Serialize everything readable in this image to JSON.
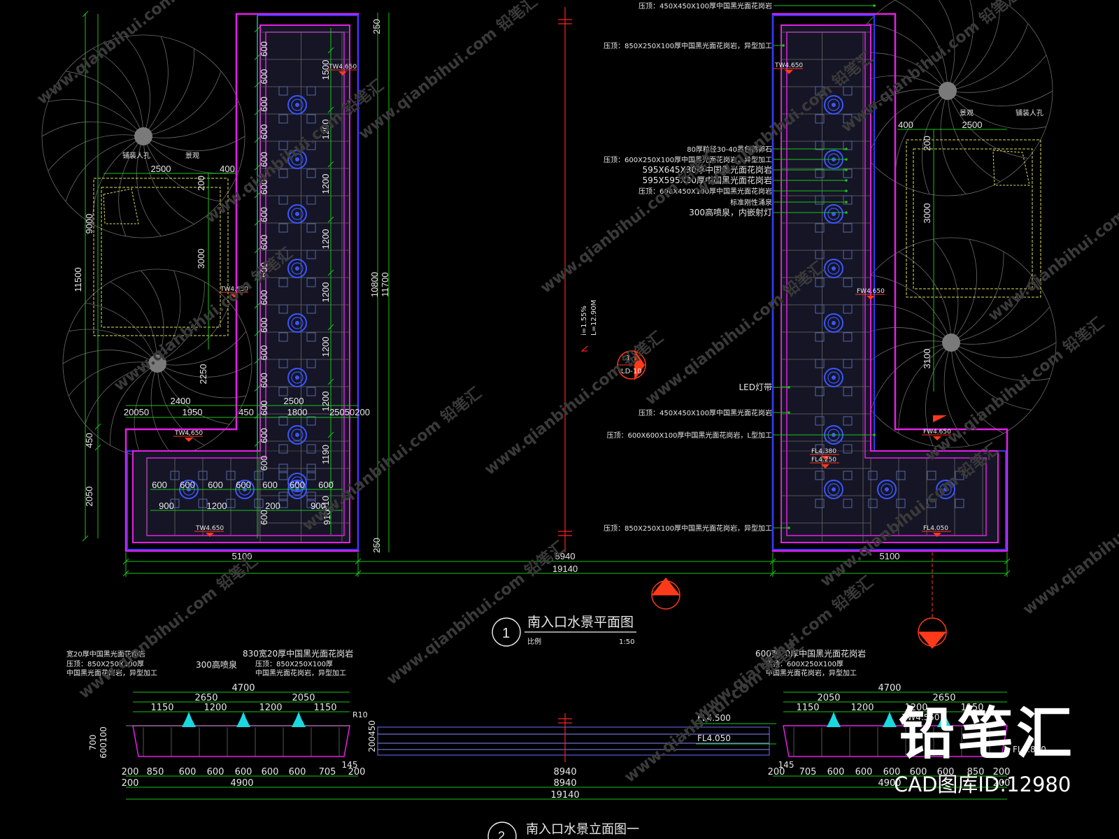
{
  "plan": {
    "title": "南入口水景平面图",
    "number": "1",
    "scale_label": "比例",
    "scale": "1:50",
    "slope_text": "i=1.55%",
    "length_text": "L=12.90M",
    "section_ref": "LD-10",
    "left_col_dims": [
      "600",
      "600",
      "600",
      "600",
      "600",
      "600",
      "600",
      "600",
      "600",
      "600",
      "600",
      "600",
      "600",
      "600",
      "600",
      "600"
    ],
    "mid_dims": [
      "1500",
      "1200",
      "1200",
      "1200",
      "1200",
      "1200",
      "1200",
      "1190",
      "910"
    ],
    "outer_left": [
      "11500",
      "9000",
      "2250",
      "450",
      "2050"
    ],
    "outer_mid": [
      "10800",
      "11700",
      "250",
      "250"
    ],
    "left_top_dims": [
      "2500",
      "400",
      "200",
      "3000"
    ],
    "left_lower_dims": [
      "2400",
      "2500",
      "1950",
      "450",
      "1800",
      "250",
      "200",
      "50",
      "200"
    ],
    "bottom_row_dims": [
      "600",
      "600",
      "600",
      "600",
      "600",
      "600",
      "600",
      "900",
      "1200",
      "200",
      "900"
    ],
    "right_top_dims": [
      "400",
      "2500",
      "200",
      "3000",
      "3100"
    ],
    "bottom_totals": [
      "5100",
      "8940",
      "5100",
      "19140"
    ],
    "left_small_labels": [
      "景观",
      "铺装人孔"
    ],
    "right_small_labels": [
      "景观",
      "铺装人孔"
    ],
    "elev_tags": [
      "TW4.650",
      "TW4.650",
      "TW4.650",
      "TW4.650",
      "TW4.650",
      "FW4.650",
      "FW4.650",
      "FL4.380",
      "FL4.250",
      "FL4.050"
    ],
    "notes": [
      "压顶：450X450X100厚中国黑光面花岗岩",
      "压顶：850X250X100厚中国黑光面花岗岩，异型加工",
      "80厚粒径30-40黑色鹅卵石",
      "压顶：600X250X100厚中国黑光面花岗岩，异型加工",
      "595X645X30厚中国黑光面花岗岩",
      "595X595X30厚中国黑光面花岗岩",
      "压顶：600X450X100厚中国黑光面花岗岩",
      "标准刚性涌泉",
      "300高喷泉，内嵌射灯",
      "LED灯带",
      "压顶：450X450X100厚中国黑光面花岗岩",
      "压顶：600X600X100厚中国黑光面花岗岩，L型加工",
      "压顶：850X250X100厚中国黑光面花岗岩，异型加工"
    ]
  },
  "elevation": {
    "title": "南入口水景立面图一",
    "number": "2",
    "left_notes": [
      "宽20厚中国黑光面花岗岩",
      "压顶：850X250X100厚",
      "中国黑光面花岗岩，异型加工",
      "300高喷泉",
      "830宽20厚中国黑光面花岗岩",
      "压顶：850X250X100厚",
      "中国黑光面花岗岩，异型加工"
    ],
    "right_notes": [
      "600宽20厚中国黑光面花岗岩",
      "压顶：600X250X100厚",
      "中国黑光面花岗岩，异型加工"
    ],
    "left_top": [
      "4700",
      "2650",
      "2050",
      "1150",
      "1200",
      "1200",
      "1150"
    ],
    "right_top": [
      "4700",
      "2050",
      "2650",
      "1150",
      "1200",
      "1200",
      "1150"
    ],
    "levels": [
      "FL4.500",
      "FL4.050",
      "TW4.550",
      "FL3.850",
      "R10"
    ],
    "side_dims": [
      "700",
      "600",
      "100",
      "450",
      "200",
      "145"
    ],
    "bottom_left": [
      "200",
      "850",
      "600",
      "600",
      "600",
      "600",
      "600",
      "705",
      "200"
    ],
    "bottom_right": [
      "200",
      "705",
      "600",
      "600",
      "600",
      "600",
      "600",
      "850",
      "200"
    ],
    "bottom_mid": "8940",
    "bottom_sub": [
      "200",
      "4900",
      "4900",
      "200"
    ],
    "total": "19140"
  },
  "watermark": "www.qianbihui.com 铅笔汇",
  "brand": "铅笔汇",
  "brand_sub": "CAD图库ID:12980"
}
